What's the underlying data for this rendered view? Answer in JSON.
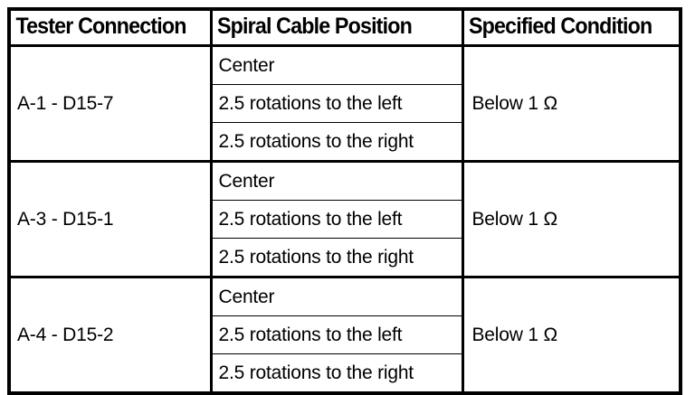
{
  "table": {
    "columns": [
      {
        "key": "tester",
        "label": "Tester Connection"
      },
      {
        "key": "spiral",
        "label": "Spiral Cable Position"
      },
      {
        "key": "condition",
        "label": "Specified Condition"
      }
    ],
    "groups": [
      {
        "tester": "A-1 - D15-7",
        "positions": [
          "Center",
          "2.5 rotations to the left",
          "2.5 rotations to the right"
        ],
        "condition": "Below 1 Ω"
      },
      {
        "tester": "A-3 - D15-1",
        "positions": [
          "Center",
          "2.5 rotations to the left",
          "2.5 rotations to the right"
        ],
        "condition": "Below 1 Ω"
      },
      {
        "tester": "A-4 - D15-2",
        "positions": [
          "Center",
          "2.5 rotations to the left",
          "2.5 rotations to the right"
        ],
        "condition": "Below 1 Ω"
      }
    ]
  },
  "style": {
    "border_color": "#000000",
    "background": "#ffffff",
    "text_color": "#000000"
  }
}
